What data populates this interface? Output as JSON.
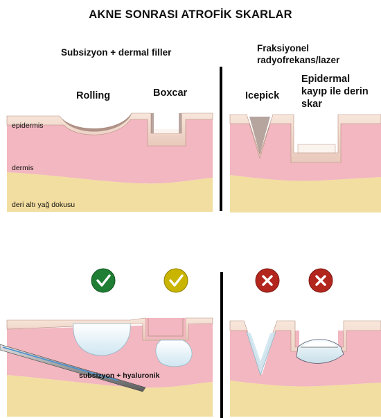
{
  "title": "AKNE SONRASI ATROFİK SKARLAR",
  "left_heading": "Subsizyon + dermal filler",
  "right_heading": [
    "Fraksiyonel",
    "radyofrekans/lazer"
  ],
  "scar_types": {
    "rolling": "Rolling",
    "boxcar": "Boxcar",
    "icepick": "Icepick",
    "epidermal_loss": [
      "Epidermal",
      "kayıp ile derin",
      "skar"
    ]
  },
  "layers": {
    "epidermis": "epidermis",
    "dermis": "dermis",
    "subcutis": "deri altı yağ dokusu"
  },
  "treatment_label": "subsizyon + hyaluronik",
  "verdicts": [
    {
      "scar": "Rolling",
      "result": "suitable",
      "icon": "check-icon",
      "color": "#1e7e34"
    },
    {
      "scar": "Boxcar",
      "result": "partially-suitable",
      "icon": "check-icon",
      "color": "#c9b400"
    },
    {
      "scar": "Icepick",
      "result": "not-suitable",
      "icon": "cross-icon",
      "color": "#b3261e"
    },
    {
      "scar": "Epidermal kayıp ile derin skar",
      "result": "not-suitable",
      "icon": "cross-icon",
      "color": "#b3261e"
    }
  ],
  "colors": {
    "dermis": "#f2b7c0",
    "epidermis": "#f4ddd0",
    "fat": "#f2dea0",
    "filler": "#d8eef6",
    "divider": "#000000"
  }
}
